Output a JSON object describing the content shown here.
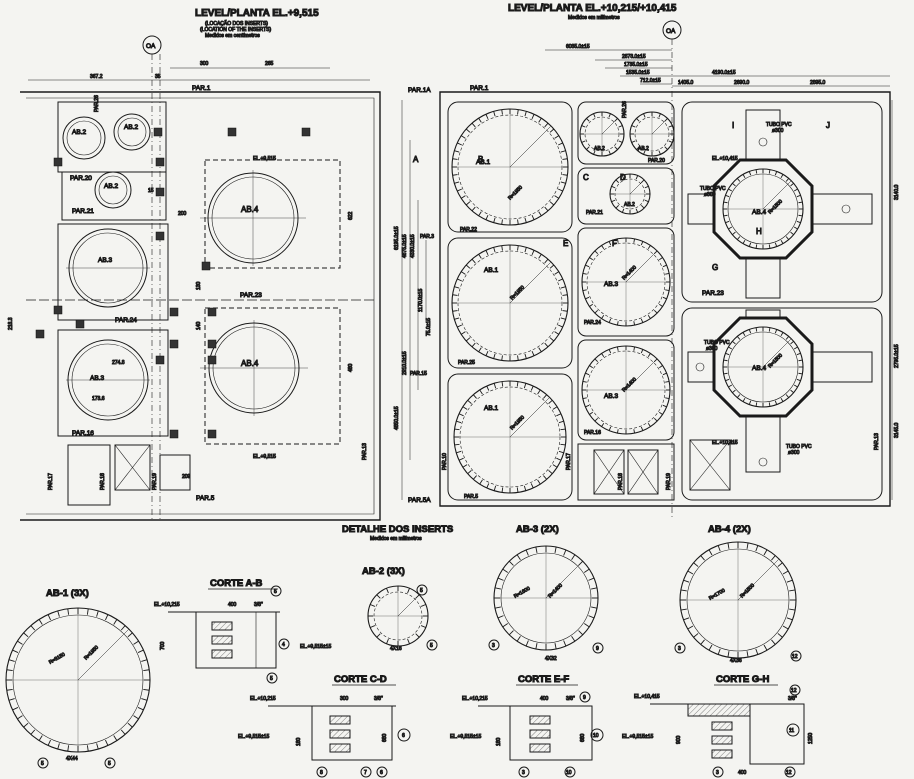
{
  "sheet": {
    "left_title": "LEVEL/PLANTA EL.+9,515",
    "left_subtitle_1": "(LOCAÇÃO DOS INSERTS)",
    "left_subtitle_2": "(LOCATION OF THE INSERTS)",
    "left_subtitle_3": "Medidos em centímetros",
    "right_title": "LEVEL/PLANTA EL.+10,215/+10,415",
    "right_subtitle": "Medidos em milímetros",
    "axis_label": "OA",
    "detail_title": "DETALHE DOS INSERTS",
    "detail_subtitle": "Medidos em milímetros"
  },
  "left_plan": {
    "labels": {
      "par1": "PAR.1",
      "par26": "PAR.26",
      "par20": "PAR.20",
      "par21": "PAR.21",
      "par23": "PAR.23",
      "par24": "PAR.24",
      "par16": "PAR.16",
      "par17": "PAR.17",
      "par18": "PAR.18",
      "par19": "PAR.19",
      "par5": "PAR.5",
      "par13": "PAR.13",
      "ab2a": "AB.2",
      "ab2b": "AB.2",
      "ab2c": "AB.2",
      "ab3a": "AB.3",
      "ab3b": "AB.3",
      "ab4a": "AB.4",
      "ab4b": "AB.4",
      "el1": "EL.+9,515",
      "el2": "EL.+9,515"
    },
    "dims": {
      "d1": "367.2",
      "d2": "35",
      "d3": "300",
      "d4": "265",
      "d5": "200",
      "d6": "622",
      "d7": "274.8",
      "d8": "173.6",
      "d9": "480",
      "d10": "209",
      "d11": "218.3",
      "d12": "130",
      "d13": "140",
      "d14": "15"
    }
  },
  "right_plan": {
    "labels": {
      "par1a": "PAR.1A",
      "par1": "PAR.1",
      "par26": "PAR.26",
      "par20": "PAR.20",
      "par21": "PAR.21",
      "par22": "PAR.22",
      "par3": "PAR.3",
      "par23": "PAR.23",
      "par24": "PAR.24",
      "par25": "PAR.25",
      "par15": "PAR.15",
      "par16": "PAR.16",
      "par17": "PAR.17",
      "par18": "PAR.18",
      "par19": "PAR.19",
      "par10": "PAR.10",
      "par5": "PAR.5",
      "par5a": "PAR.5A",
      "par13": "PAR.13",
      "ab1a": "AB.1",
      "ab1b": "AB.1",
      "ab1c": "AB.1",
      "ab2a": "AB.2",
      "ab2b": "AB.2",
      "ab2c": "AB.2",
      "ab3a": "AB.3",
      "ab3b": "AB.3",
      "ab4a": "AB.4",
      "ab4b": "AB.4",
      "tubo1": "TUBO PVC",
      "tubo1d": "ø300",
      "tubo2": "TUBO PVC",
      "tubo2d": "ø300",
      "tubo3": "TUBO PVC",
      "tubo3d": "ø300",
      "tubo4": "TUBO PVC",
      "tubo4d": "ø300",
      "el1": "EL.+10,415",
      "el2": "EL.+10,415",
      "secA": "A",
      "secB": "B",
      "secC": "C",
      "secD": "D",
      "secE": "E",
      "secF": "F",
      "secG": "G",
      "secH": "H",
      "secI": "I",
      "secJ": "J",
      "r1": "R=1950",
      "r2": "R=1950",
      "r3": "R=1950",
      "r4": "R=1400",
      "r5": "R=1400",
      "r6": "R=1500",
      "r7": "R=1500"
    },
    "dims": {
      "d1": "6085.0±15",
      "d2": "2878.0±15",
      "d3": "1735.0±15",
      "d4": "1535.0±15",
      "d5": "712.0±15",
      "d6": "4190.0±15",
      "d7": "1405.0",
      "d8": "2690.0",
      "d9": "2895.0",
      "d10": "6195.0±15",
      "d11": "4875.0±15",
      "d12": "4330.0±15",
      "d13": "1170.0±15",
      "d14": "75.0±15",
      "d15": "2910.0±15",
      "d16": "4850.0±15",
      "d17": "3140.0",
      "d18": "2795.0±15",
      "d19": "3145.0"
    }
  },
  "details": {
    "ab1_title": "AB-1 (3X)",
    "ab1_r1": "R=3150",
    "ab1_r2": "R=1950",
    "ab1_n": "4X44",
    "ab2_title": "AB-2 (3X)",
    "ab2_n": "4X16",
    "ab3_title": "AB-3 (2X)",
    "ab3_r1": "R=1600",
    "ab3_r2": "R=1400",
    "ab3_n": "4X32",
    "ab4_title": "AB-4 (2X)",
    "ab4_r1": "R=1700",
    "ab4_r2": "R=1500",
    "ab4_n": "4X36",
    "cab_title": "CORTE A-B",
    "ccd_title": "CORTE C-D",
    "cef_title": "CORTE E-F",
    "cgh_title": "CORTE G-H",
    "cab_el1": "EL.+10,215",
    "cab_el2": "EL.+9,515±15",
    "ccd_el1": "EL.+10,215",
    "ccd_el2": "EL.+9,515±15",
    "cef_el1": "EL.+10,215",
    "cef_el2": "EL.+9,515±15",
    "cgh_el1": "EL.+10,415",
    "cgh_el2": "EL.+9,515±15",
    "d400": "400",
    "d38": "3/8\"",
    "d700": "700",
    "d300": "300",
    "d180": "180",
    "d680": "680",
    "d900": "900",
    "d1250": "1250",
    "n3": "3",
    "n4": "4",
    "n5": "5",
    "n6": "6",
    "n7": "7",
    "n8": "8",
    "n9": "9",
    "n10": "10",
    "n11": "11",
    "n12": "12"
  }
}
